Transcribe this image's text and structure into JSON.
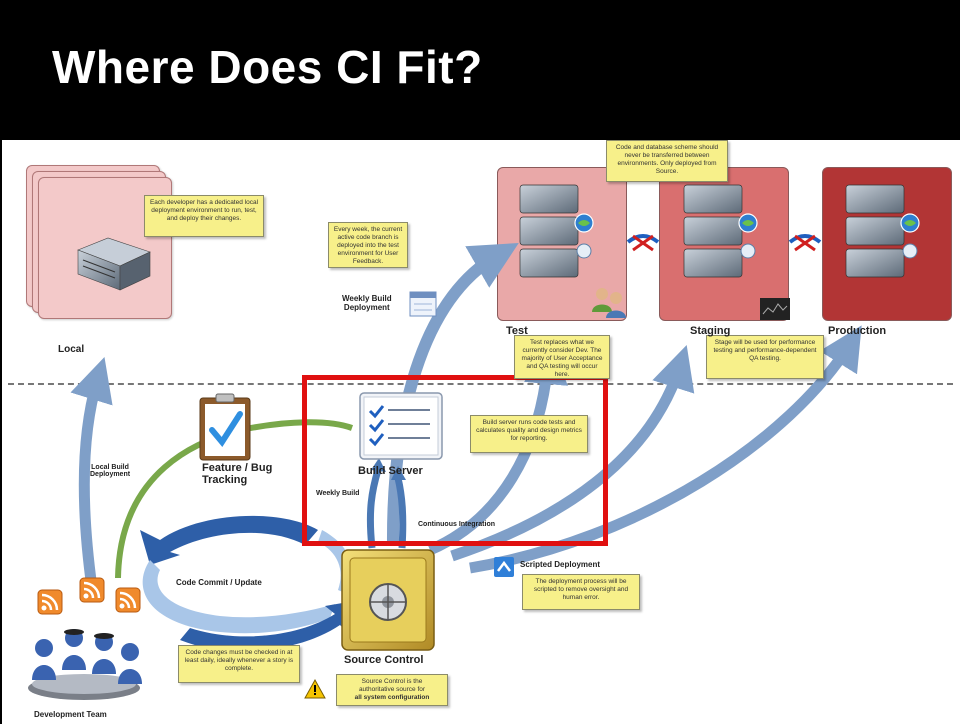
{
  "slide": {
    "title": "Where Does CI Fit?"
  },
  "environments": {
    "local": "Local",
    "test": "Test",
    "staging": "Staging",
    "production": "Production"
  },
  "components": {
    "build_server": "Build Server",
    "feature_tracking_line1": "Feature / Bug",
    "feature_tracking_line2": "Tracking",
    "source_control": "Source Control",
    "development_team": "Development Team",
    "scripted_deployment": "Scripted Deployment"
  },
  "flows": {
    "weekly_build_deployment_line1": "Weekly Build",
    "weekly_build_deployment_line2": "Deployment",
    "local_build_line1": "Local Build",
    "local_build_line2": "Deployment",
    "weekly_build": "Weekly Build",
    "continuous_integration": "Continuous Integration",
    "code_commit": "Code Commit / Update"
  },
  "notes": {
    "local": "Each developer has a dedicated local deployment environment to run, test, and deploy their changes.",
    "weekly": "Every week, the current active code branch is deployed into the test environment for User Feedback.",
    "schema": "Code and database scheme should never be transferred between environments. Only deployed from Source.",
    "test": "Test replaces what we currently consider Dev. The majority of User Acceptance and QA testing will occur here.",
    "staging": "Stage will be used for performance testing and performance-dependent QA testing.",
    "build": "Build server runs code tests and calculates quality and design metrics for reporting.",
    "scripted": "The deployment process will be scripted to remove oversight and human error.",
    "commit": "Code changes must be checked in at least daily, ideally whenever a story is complete.",
    "source_line1": "Source Control is the",
    "source_line2": "authoritative source for",
    "source_bold": "all system configuration"
  },
  "colors": {
    "arrow_blue": "#7f9fc8",
    "cycle_dark": "#2e5fa8",
    "cycle_light": "#a9c6e8",
    "feature_green": "#79a84a",
    "highlight_red": "#e01010",
    "test_env": "#e9a8a8",
    "staging_env": "#d96f6f",
    "production_env": "#b23535"
  },
  "icons": [
    "server-icon",
    "rack-server-icon",
    "globe-icon",
    "checklist-icon",
    "clipboard-check-icon",
    "safe-icon",
    "users-icon",
    "rss-icon",
    "warning-icon",
    "scripted-deployment-icon",
    "calendar-icon",
    "blocked-transfer-icon"
  ]
}
